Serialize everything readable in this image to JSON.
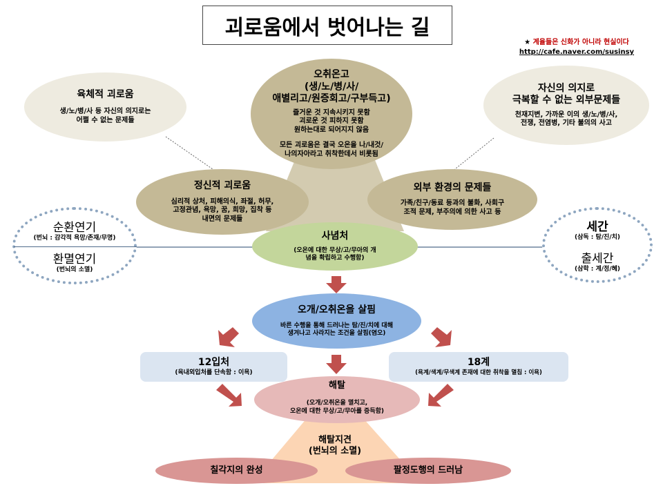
{
  "title": "괴로움에서 벗어나는 길",
  "note": {
    "line1": "계율들은 신화가 아니라 현실이다",
    "url": "http://cafe.naver.com/susinsy"
  },
  "center": {
    "title1": "오취온고",
    "title2": "(생/노/병/사/",
    "title3": "애별리고/원증회고/구부득고)",
    "body1": "즐거운 것 지속시키지 못함",
    "body2": "괴로운 것 피하지 못함",
    "body3": "원하는대로 되어지지 않음",
    "body4": "모든 괴로움은 결국 오온을 나/내것/",
    "body5": "나의자아라고 취착한데서 비롯됨"
  },
  "physical": {
    "title": "육체적 괴로움",
    "body1": "생/노/병/사 등 자신의 의지로는",
    "body2": "어쩔 수 없는 문제들"
  },
  "external_will": {
    "title1": "자신의 의지로",
    "title2": "극복할 수 없는 외부문제들",
    "body1": "천재지변, 가까운 이의 생/노/병/사,",
    "body2": "전쟁, 전염병, 기타 불의의 사고"
  },
  "mental": {
    "title": "정신적 괴로움",
    "body1": "심리적 상처, 피해의식, 좌절, 허무,",
    "body2": "고정관념, 욕망, 꿈, 희망, 집착 등",
    "body3": "내면의 문제들"
  },
  "environment": {
    "title": "외부 환경의 문제들",
    "body1": "가족/친구/동료 등과의 불화, 사회구",
    "body2": "조적 문제, 부주의에 의한 사고 등"
  },
  "left_circle": {
    "top": "순환연기",
    "top_sub": "(번뇌 : 감각적 욕망/존재/무명)",
    "bottom": "환멸연기",
    "bottom_sub": "(번뇌의 소멸)"
  },
  "right_circle": {
    "top": "세간",
    "top_sub": "(삼독 : 탐/진/치)",
    "bottom": "출세간",
    "bottom_sub": "(삼학 : 계/정/혜)"
  },
  "satipatthana": {
    "title": "사념처",
    "body1": "(오온에 대한 무상/고/무아의 개",
    "body2": "념을 확립하고 수행함)"
  },
  "observe": {
    "title": "오개/오취온을 살핌",
    "body1": "바른 수행을 통해 드러나는 탐/진/치에 대해",
    "body2": "생겨나고 사라지는 조건을 살핌(염오)"
  },
  "ayatana": {
    "title": "12입처",
    "body": "(육내외입처를 단속함 : 이욕)"
  },
  "dhatu": {
    "title": "18계",
    "body": "(욕계/색계/무색계 존재에 대한 취착을 멸침 : 이욕)"
  },
  "liberation": {
    "title": "해탈",
    "body1": "(오개/오취온을 멸치고,",
    "body2": "오온에 대한 무상/고/무아를 증득함)"
  },
  "knowledge": {
    "title1": "해탈지견",
    "title2": "(번뇌의 소멸)"
  },
  "bojjhanga": "칠각지의 완성",
  "eightfold": "팔정도행의 드러남",
  "colors": {
    "tan": "#c4b996",
    "light": "#eeebe0",
    "green": "#c3d69b",
    "blue": "#8db3e2",
    "pink": "#e6b9b8",
    "rose": "#d99694",
    "peach": "#fcd5b4",
    "arrow": "#c0504d"
  }
}
